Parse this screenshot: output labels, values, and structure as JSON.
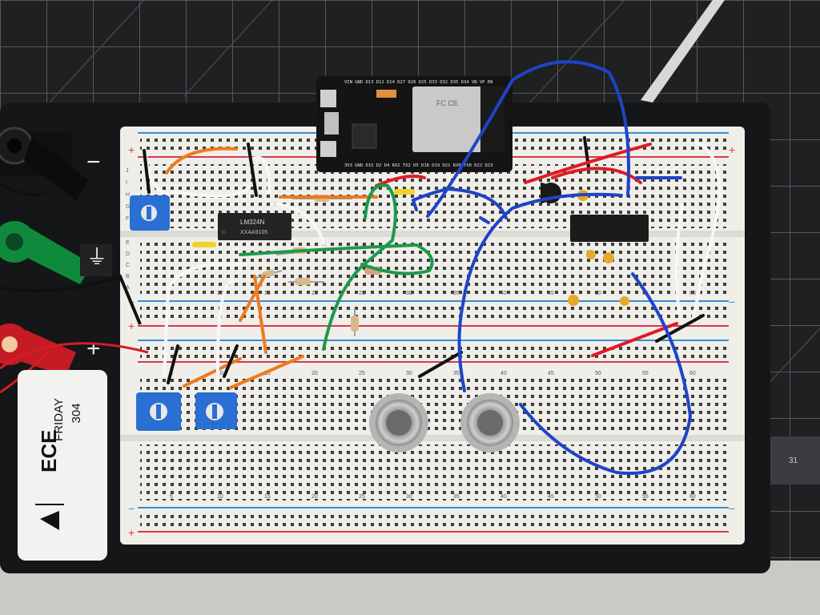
{
  "chip_label": "LM324N",
  "chip_code": "XXAA9105",
  "card": {
    "line1": "FRIDAY",
    "line2": "304",
    "logo_text": "ECE"
  },
  "terminal_symbols": {
    "minus": "−",
    "ground": "⏚",
    "plus": "+"
  },
  "rail_signs": {
    "plus": "+",
    "minus": "−"
  },
  "row_letters_top": [
    "J",
    "I",
    "H",
    "G",
    "F"
  ],
  "row_letters_bottom": [
    "E",
    "D",
    "C",
    "B",
    "A"
  ],
  "column_numbers": [
    "5",
    "10",
    "15",
    "20",
    "25",
    "30",
    "35",
    "40",
    "45",
    "50",
    "55",
    "60"
  ],
  "esp32": {
    "top_pins": "VIN GND D13 D12 D14 D27 D26 D25 D33 D32 D35 D34 VN VP EN",
    "bottom_pins": "3V3 GND D15 D2 D4 RX2 TX2 D5 D18 D19 D21 RX0 TX0 D22 D23",
    "shield_mark": "FC CE"
  },
  "ruler_marks": "31",
  "colors": {
    "mat": "#1c1d1f",
    "mat_grid": "#5a5d61",
    "board": "#efeee9",
    "red_rail": "#d9394a",
    "blue_rail": "#3a8cd1",
    "wire_blue": "#1f44c8",
    "wire_green": "#1c9a4a",
    "wire_red": "#e01b25",
    "wire_orange": "#ee7a1f",
    "pot_blue": "#2a6fd3"
  }
}
